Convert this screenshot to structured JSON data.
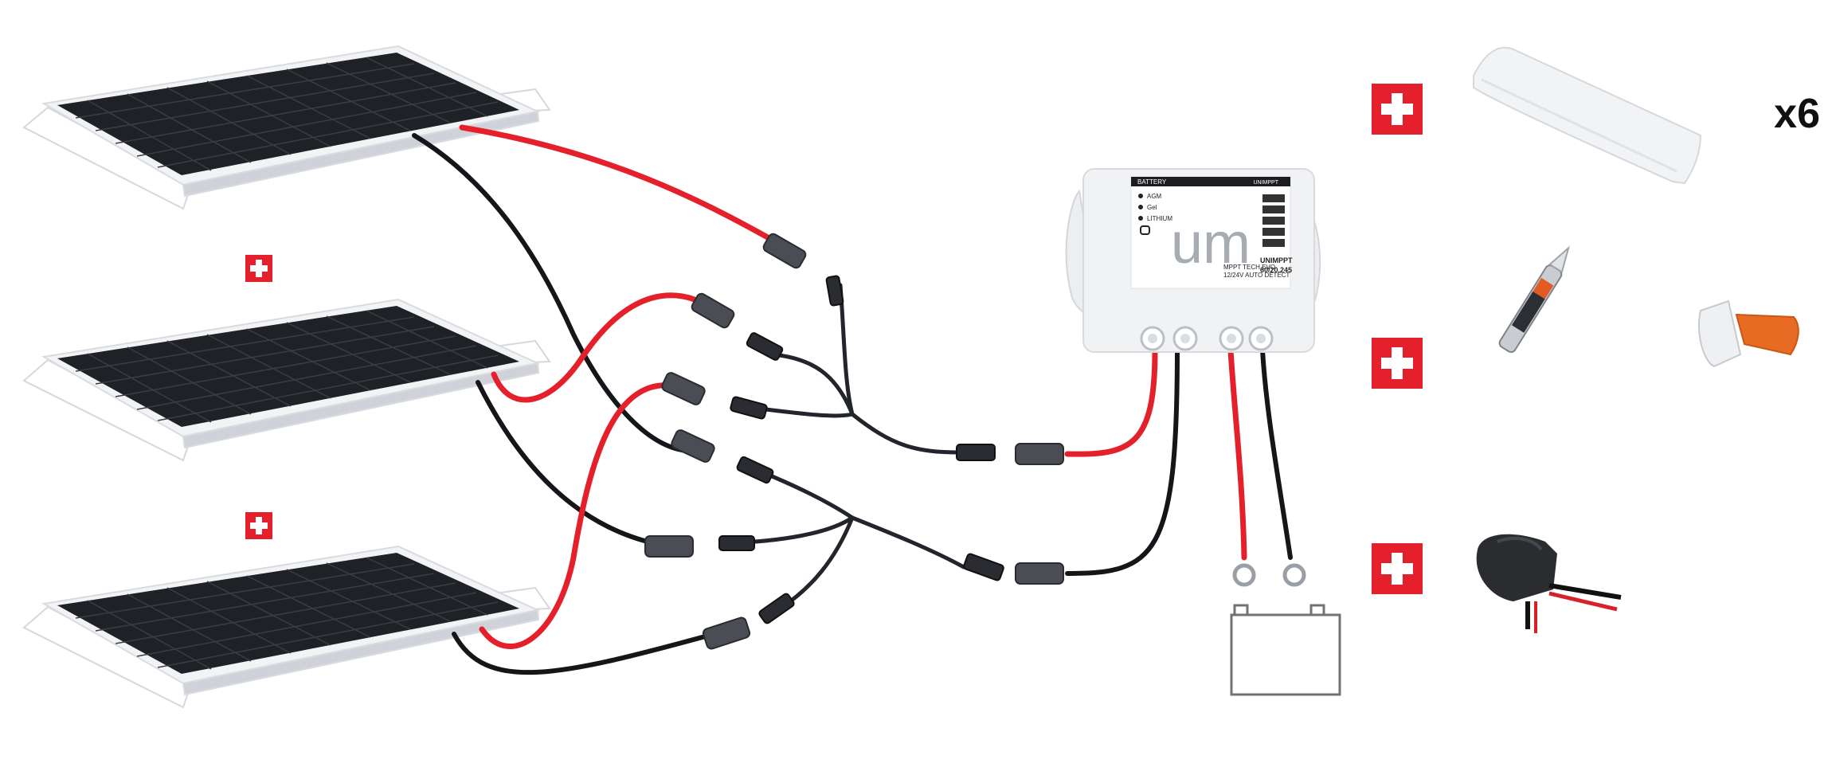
{
  "multiplier_label": "x6",
  "controller": {
    "logo": "um",
    "lcd_header": "BATTERY",
    "lcd_brand": "UNIMPPT",
    "battery_types": [
      "AGM",
      "Gel",
      "LITHIUM"
    ],
    "tagline_line1": "MPPT TECH EVO",
    "tagline_line2": "12/24V AUTO DETECT",
    "model_line1": "UNIMPPT",
    "model_line2": "60/20.245"
  },
  "colors": {
    "badge_red": "#e3202b",
    "wire_red": "#e4202a",
    "wire_black": "#15161a"
  },
  "icons": [
    "plus-badge-icon",
    "battery-icon",
    "solar-panel-icon",
    "mc4-connector-icon"
  ]
}
